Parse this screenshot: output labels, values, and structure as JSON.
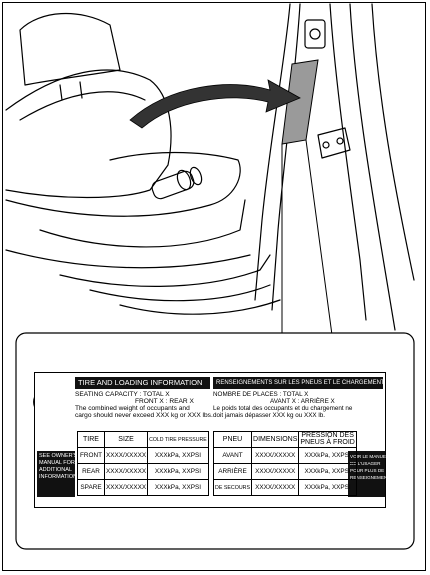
{
  "placard": {
    "header_en": "TIRE AND LOADING INFORMATION",
    "header_fr": "RENSEIGNEMENTS SUR LES PNEUS ET LE CHARGEMENT",
    "seating_en": "SEATING CAPACITY : TOTAL X",
    "seating_en_2": "FRONT X : REAR X",
    "combined_en_1": "The combined weight of occupants and",
    "combined_en_2": "cargo should never exceed XXX kg or XXX lbs.",
    "seating_fr": "NOMBRE DE PLACES : TOTAL X",
    "seating_fr_2": "AVANT X : ARRIÈRE X",
    "combined_fr_1": "Le poids total des occupants et du chargement ne",
    "combined_fr_2": "doit jamais dépasser XXX kg ou XXX lb.",
    "see_owners": [
      "SEE OWNER'S",
      "MANUAL FOR",
      "ADDITIONAL",
      "INFORMATION."
    ],
    "voir_manuel": [
      "VOIR LE MANUEL",
      "DE L'USAGER",
      "POUR PLUS DE",
      "RENSEIGNEMENTS."
    ],
    "en_headers": [
      "TIRE",
      "SIZE",
      "COLD TIRE PRESSURE"
    ],
    "fr_headers": [
      "PNEU",
      "DIMENSIONS",
      "PRESSION DES",
      "PNEUS À FROID"
    ],
    "en_rows": [
      [
        "FRONT",
        "XXXX/XXXXX",
        "XXXkPa, XXPSI"
      ],
      [
        "REAR",
        "XXXX/XXXXX",
        "XXXkPa, XXPSI"
      ],
      [
        "SPARE",
        "XXXX/XXXXX",
        "XXXkPa, XXPSI"
      ]
    ],
    "fr_rows": [
      [
        "AVANT",
        "XXXX/XXXXX",
        "XXXkPa, XXPSI"
      ],
      [
        "ARRIÈRE",
        "XXXX/XXXXX",
        "XXXkPa, XXPSI"
      ],
      [
        "DE SECOURS",
        "XXXX/XXXXX",
        "XXXkPa, XXPSI"
      ]
    ]
  }
}
